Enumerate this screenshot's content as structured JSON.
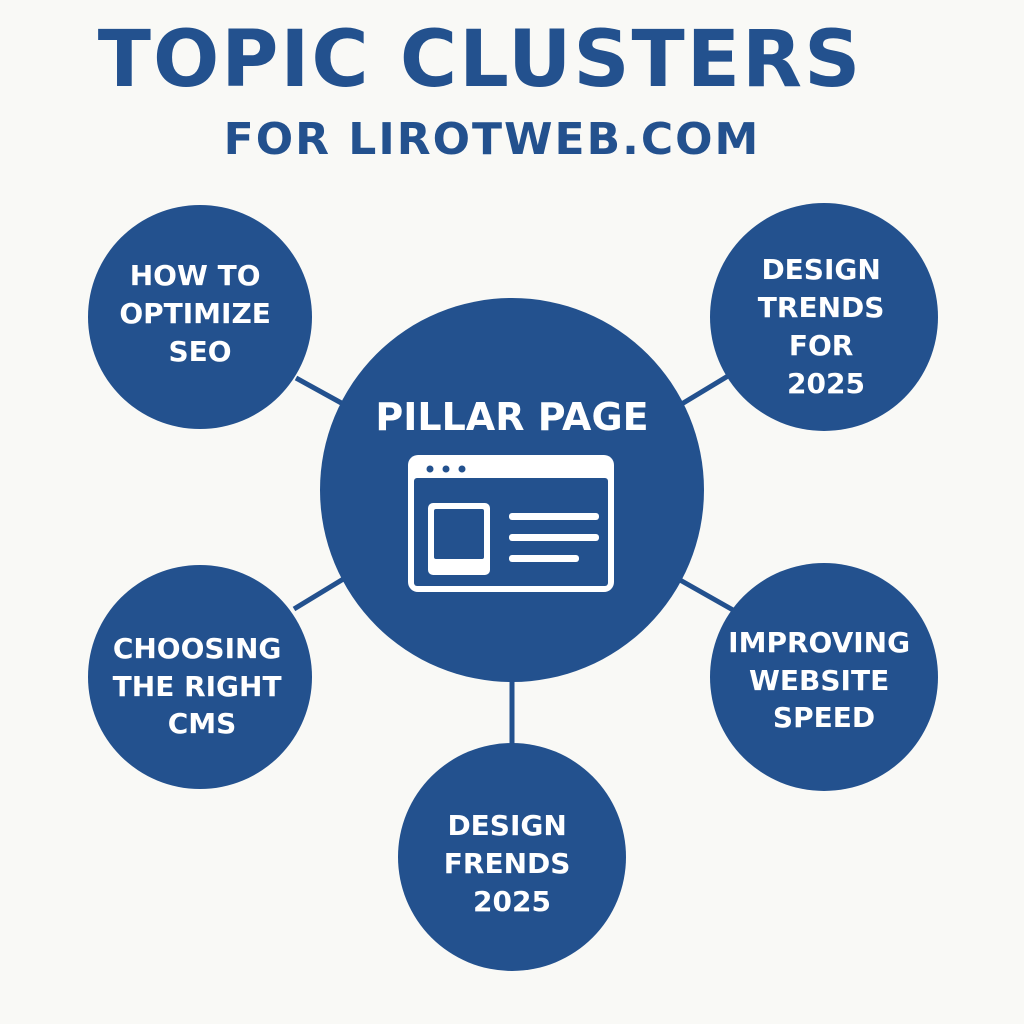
{
  "header": {
    "title": "TOPIC CLUSTERS",
    "subtitle": "FOR LIROTWEB.COM"
  },
  "pillar": {
    "label": "PILLAR PAGE",
    "icon": "browser-window-icon"
  },
  "clusters": [
    {
      "id": "seo",
      "lines": [
        "HOW TO",
        "OPTIMIZE",
        "SEO"
      ]
    },
    {
      "id": "trends-for-2025",
      "lines": [
        "DESIGN",
        "TRENDS",
        "FOR",
        "2025"
      ]
    },
    {
      "id": "cms",
      "lines": [
        "CHOOSING",
        "THE RIGHT",
        "CMS"
      ]
    },
    {
      "id": "speed",
      "lines": [
        "IMPROVING",
        "WEBSITE",
        "SPEED"
      ]
    },
    {
      "id": "frends-2025",
      "lines": [
        "DESIGN",
        "FRENDS",
        "2025"
      ]
    }
  ],
  "colors": {
    "node": "#23518e",
    "background": "#f9f9f6",
    "text": "#ffffff",
    "title": "#23518e"
  }
}
